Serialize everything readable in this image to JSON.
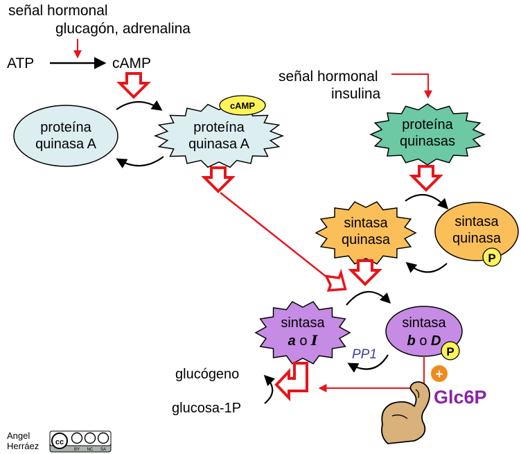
{
  "signals": {
    "hormonal_1": "señal hormonal",
    "glucagon": "glucagón, adrenalina",
    "atp": "ATP",
    "camp": "cAMP",
    "hormonal_2": "señal hormonal",
    "insulina": "insulina"
  },
  "nodes": {
    "pka_inactive": [
      "proteína",
      "quinasa A"
    ],
    "pka_active": [
      "proteína",
      "quinasa A"
    ],
    "camp_badge": "cAMP",
    "protein_kinases": [
      "proteína",
      "quinasas"
    ],
    "synthase_kinase_active": [
      "sintasa",
      "quinasa"
    ],
    "synthase_kinase_p": [
      "sintasa",
      "quinasa"
    ],
    "phospho_badge": "P",
    "synthase_a": {
      "line1": "sintasa",
      "a": "a",
      "o": "o",
      "I": "I"
    },
    "synthase_b": {
      "line1": "sintasa",
      "b": "b",
      "o": "o",
      "D": "D"
    }
  },
  "labels": {
    "pp1": "PP1",
    "glycogen": "glucógeno",
    "glucose1p": "glucosa-1P",
    "glc6p": "Glc6P",
    "plus": "+"
  },
  "credit": {
    "author_line1": "Angel",
    "author_line2": "Herráez",
    "license": [
      "BY",
      "NC",
      "SA"
    ]
  },
  "colors": {
    "red_arrow": "#e8141a",
    "pka_inactive_fill": "#ddeef0",
    "pka_active_fill": "#ddeef0",
    "protein_kinases_fill": "#6cc9a4",
    "synthase_kinase_fill": "#fbbf5a",
    "synthase_fill": "#c68be4",
    "badge_yellow": "#fff35a",
    "plus_orange": "#f08a1c",
    "glc6p_purple": "#8a22a8"
  }
}
